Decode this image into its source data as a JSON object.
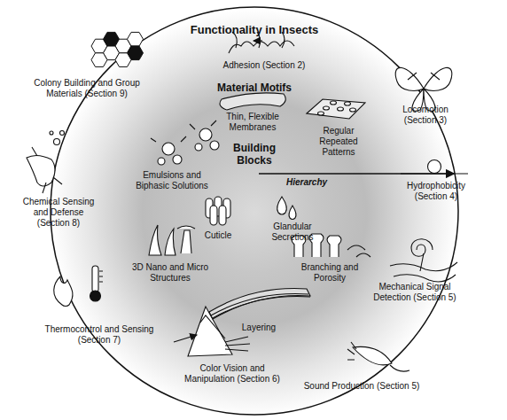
{
  "diagram": {
    "nodes": [
      {
        "text": [
          "Functionality in Insects"
        ]
      },
      {
        "text": [
          "Material Motifs"
        ],
        "in": 0
      },
      {
        "text": [
          "Building Blocks"
        ],
        "in": 1
      }
    ],
    "labels": [
      "Adhesion (Section 2)",
      "Locomotion (Section 3)",
      "Hydrophobicity (Section 4)",
      "Mechanical Signal Detection (Section 5)",
      "Sound Production (Section 5)",
      "Color Vision and Manipulation (Section 6)",
      "Thermocontrol and Sensing (Section 7)",
      "Chemical Sensing and Defense (Section 8)",
      "Colony Building and Group Materials (Section 9)",
      "Thin, Flexible Membranes",
      "Regular Repeated Patterns",
      "Branching and Porosity",
      "Layering",
      "3D Nano and Micro Structures",
      "Emulsions and Biphasic Solutions",
      "Cuticle",
      "Glandular Secretions",
      "Hierarchy"
    ]
  }
}
